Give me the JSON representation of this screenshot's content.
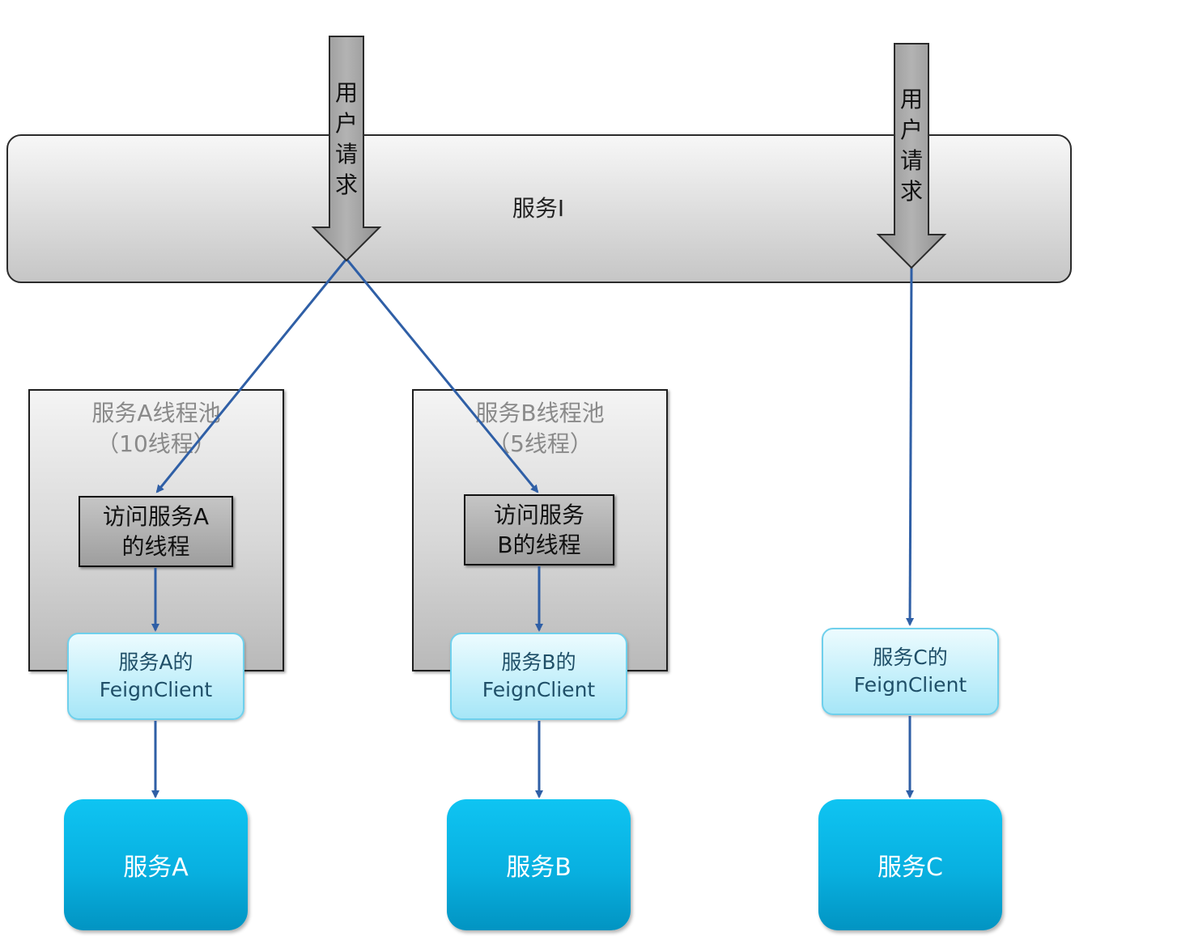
{
  "service_i": {
    "label": "服务I"
  },
  "request_arrows": [
    {
      "label_chars": [
        "用",
        "户",
        "请",
        "求"
      ]
    },
    {
      "label_chars": [
        "用",
        "户",
        "请",
        "求"
      ]
    }
  ],
  "pools": [
    {
      "title_line1": "服务A线程池",
      "title_line2": "（10线程）",
      "thread_line1": "访问服务A",
      "thread_line2": "的线程"
    },
    {
      "title_line1": "服务B线程池",
      "title_line2": "（5线程）",
      "thread_line1": "访问服务",
      "thread_line2": "B的线程"
    }
  ],
  "feign_clients": [
    {
      "line1": "服务A的",
      "line2": "FeignClient"
    },
    {
      "line1": "服务B的",
      "line2": "FeignClient"
    },
    {
      "line1": "服务C的",
      "line2": "FeignClient"
    }
  ],
  "services": [
    {
      "label": "服务A"
    },
    {
      "label": "服务B"
    },
    {
      "label": "服务C"
    }
  ],
  "colors": {
    "connector": "#2f5fa6",
    "service_fill": "#08b0e0",
    "feign_border": "#6fd0ec",
    "pool_title": "#8a8a8a"
  }
}
